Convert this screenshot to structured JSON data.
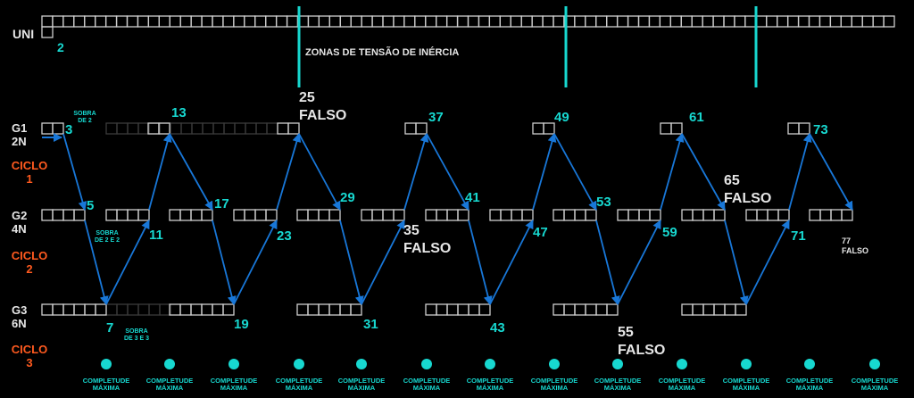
{
  "colors": {
    "background": "#000000",
    "cell": "#cfcfcf",
    "faint_cell": "#3a3a3a",
    "cyan": "#17d8d0",
    "arrow": "#1877d8",
    "label_white": "#e6e6e6",
    "cycle_orange": "#ff5a1f"
  },
  "uni": {
    "label": "UNI",
    "value": "2",
    "cells": 80
  },
  "zones_label": "ZONAS DE TENSÃO DE INÉRCIA",
  "rows": [
    {
      "group": "G1",
      "n": "2N",
      "cycle_word": "CICLO",
      "cycle_num": "1",
      "cells_per_box": 2
    },
    {
      "group": "G2",
      "n": "4N",
      "cycle_word": "CICLO",
      "cycle_num": "2",
      "cells_per_box": 4
    },
    {
      "group": "G3",
      "n": "6N",
      "cycle_word": "CICLO",
      "cycle_num": "3",
      "cells_per_box": 6
    }
  ],
  "notes": [
    {
      "line1": "SOBRA",
      "line2": "DE 2"
    },
    {
      "line1": "SOBRA",
      "line2": "DE 2 E 2"
    },
    {
      "line1": "SOBRA",
      "line2": "DE 3 E 3"
    }
  ],
  "sequence": [
    {
      "value": "3",
      "row": 0
    },
    {
      "value": "5",
      "row": 1
    },
    {
      "value": "7",
      "row": 2
    },
    {
      "value": "11",
      "row": 1
    },
    {
      "value": "13",
      "row": 0
    },
    {
      "value": "17",
      "row": 1
    },
    {
      "value": "19",
      "row": 2
    },
    {
      "value": "23",
      "row": 1
    },
    {
      "value": "25",
      "row": 0,
      "status": "FALSO"
    },
    {
      "value": "29",
      "row": 1
    },
    {
      "value": "31",
      "row": 2
    },
    {
      "value": "35",
      "row": 1,
      "status": "FALSO"
    },
    {
      "value": "37",
      "row": 0
    },
    {
      "value": "41",
      "row": 1
    },
    {
      "value": "43",
      "row": 2
    },
    {
      "value": "47",
      "row": 1
    },
    {
      "value": "49",
      "row": 0
    },
    {
      "value": "53",
      "row": 1
    },
    {
      "value": "55",
      "row": 2,
      "status": "FALSO"
    },
    {
      "value": "59",
      "row": 1
    },
    {
      "value": "61",
      "row": 0
    },
    {
      "value": "65",
      "row": 1,
      "status": "FALSO"
    },
    {
      "value": "",
      "row": 2
    },
    {
      "value": "71",
      "row": 1
    },
    {
      "value": "73",
      "row": 0
    },
    {
      "value": "77",
      "row": 1,
      "status": "FALSO"
    }
  ],
  "completude": {
    "line1": "COMPLETUDE",
    "line2": "MÁXIMA",
    "count": 13
  }
}
